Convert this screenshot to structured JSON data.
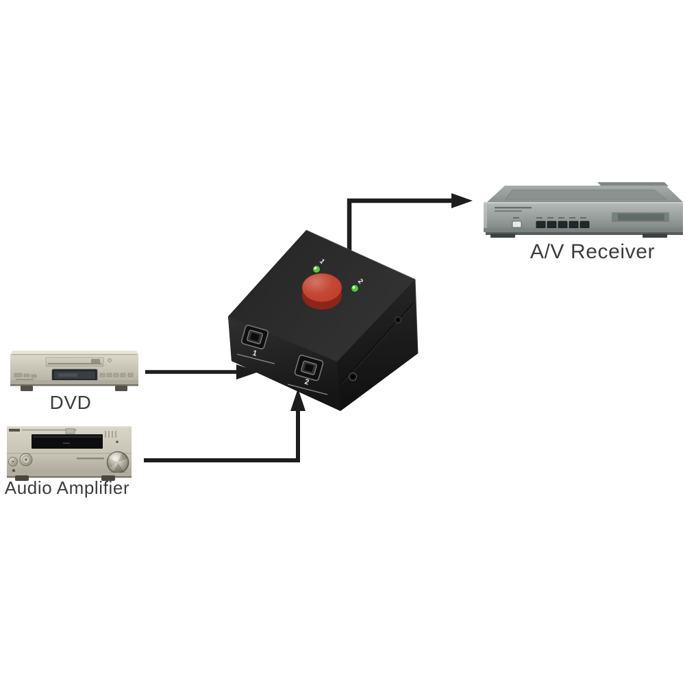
{
  "scene": {
    "background_color": "#ffffff",
    "arrow_color": "#1d1d1d",
    "label_color": "#3c3c3c"
  },
  "labels": {
    "receiver": "A/V Receiver",
    "dvd": "DVD",
    "amplifier": "Audio Amplifier"
  },
  "switch_box": {
    "led_labels": [
      "1",
      "2"
    ],
    "port_labels": [
      "1",
      "2"
    ],
    "body_color": "#2b2b2b",
    "button_color": "#c2402e",
    "button_side_color": "#8e251a",
    "led_color": "#55c43c"
  }
}
